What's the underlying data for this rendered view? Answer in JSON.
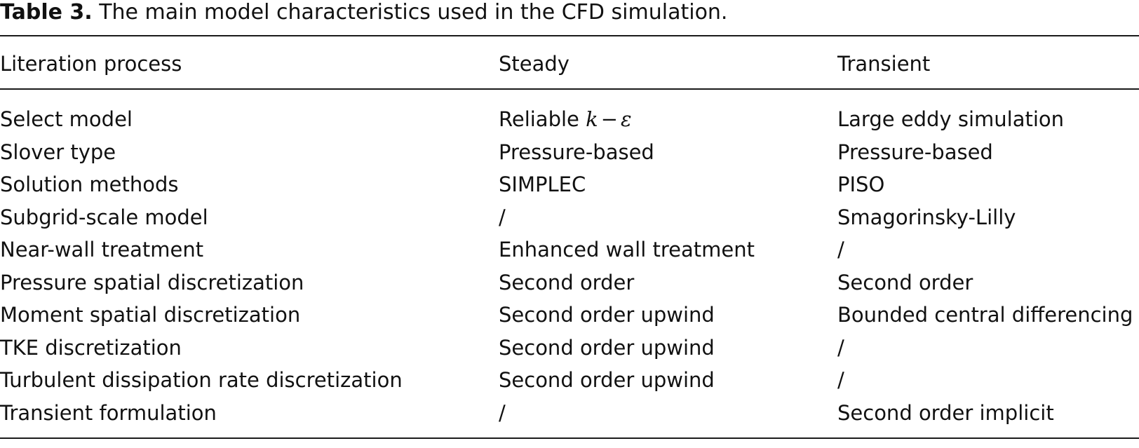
{
  "caption": {
    "label": "Table 3.",
    "text": "The main model characteristics used in the CFD simulation."
  },
  "table": {
    "headers": [
      "Literation process",
      "Steady",
      "Transient"
    ],
    "rows": [
      [
        "Select model",
        "Reliable",
        "Large eddy simulation"
      ],
      [
        "Slover type",
        "Pressure-based",
        "Pressure-based"
      ],
      [
        "Solution methods",
        "SIMPLEC",
        "PISO"
      ],
      [
        "Subgrid-scale model",
        "/",
        "Smagorinsky-Lilly"
      ],
      [
        "Near-wall treatment",
        "Enhanced wall treatment",
        "/"
      ],
      [
        "Pressure spatial discretization",
        "Second order",
        "Second order"
      ],
      [
        "Moment spatial discretization",
        "Second order upwind",
        "Bounded central differencing"
      ],
      [
        "TKE discretization",
        "Second order upwind",
        "/"
      ],
      [
        "Turbulent dissipation rate discretization",
        "Second order upwind",
        "/"
      ],
      [
        "Transient formulation",
        "/",
        "Second order implicit"
      ]
    ],
    "math": {
      "k": "k",
      "minus": "−",
      "epsilon": "ε"
    }
  }
}
